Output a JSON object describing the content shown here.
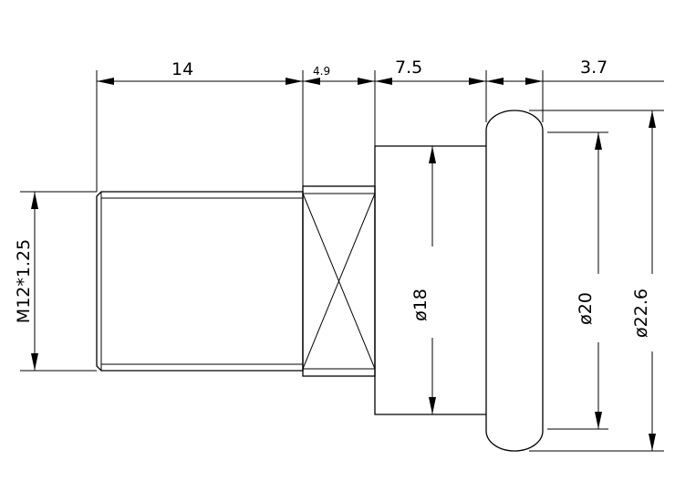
{
  "drawing": {
    "dimensions": {
      "thread_length": "14",
      "undercut_length": "4.9",
      "body_length": "7.5",
      "head_length": "3.7",
      "thread_spec": "M12*1.25",
      "body_diameter": "ø18",
      "collar_diameter": "ø20",
      "head_diameter": "ø22.6"
    }
  }
}
